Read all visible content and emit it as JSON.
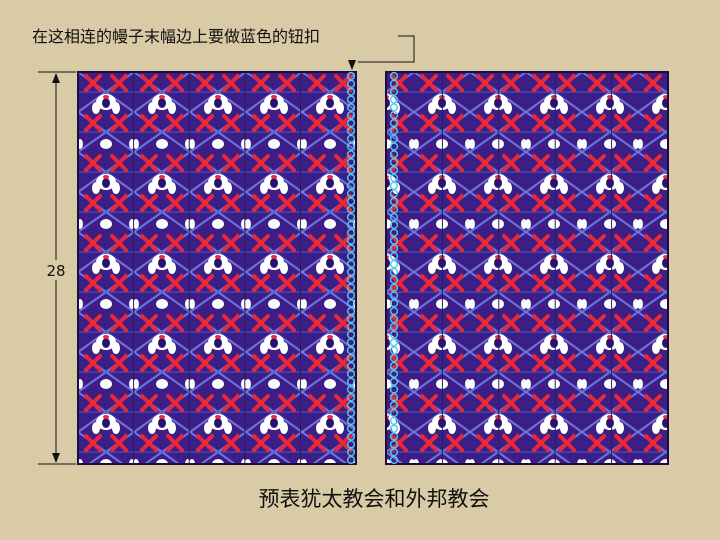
{
  "annotation": {
    "top_label": "在这相连的幔子末幅边上要做蓝色的钮扣",
    "height_label": "28",
    "caption": "预表犹太教会和外邦教会"
  },
  "colors": {
    "background": "#d9cba6",
    "fabric_base": "#3c1f86",
    "fabric_red": "#e8283a",
    "fabric_white": "#ffffff",
    "lattice_blue": "#6c74e0",
    "loop_blue": "#58c8ea",
    "border_dark": "#1d0c40",
    "line_black": "#111111"
  },
  "curtains": [
    {
      "name": "left-curtain",
      "loops_side": "right",
      "panels": 5
    },
    {
      "name": "right-curtain",
      "loops_side": "left",
      "panels": 5
    }
  ],
  "loops_per_edge": 50
}
